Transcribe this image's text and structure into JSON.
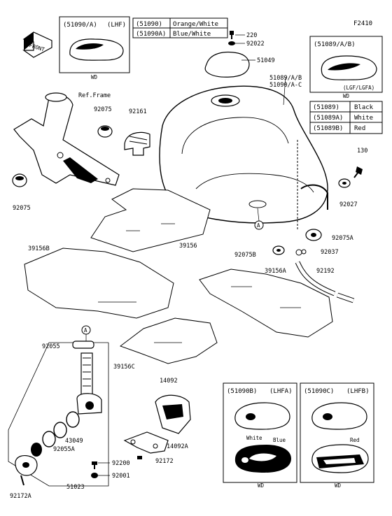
{
  "figure_code": "F2410",
  "front_label": "FRONT",
  "ref_frame": "Ref.Frame",
  "boxes": {
    "top_left": {
      "header": "(51090/A)",
      "side": "(LHF)",
      "wd": "WD"
    },
    "top_right": {
      "header": "(51089/A/B)",
      "wd": "WD",
      "sub": "(LGF/LGFA)"
    },
    "bottom_mid": {
      "header": "(51090B)",
      "side": "(LHFA)",
      "white": "White",
      "blue": "Blue",
      "wd": "WD"
    },
    "bottom_right": {
      "header": "(51090C)",
      "side": "(LHFB)",
      "red": "Red",
      "wd": "WD"
    }
  },
  "color_table_top": [
    {
      "code": "(51090)",
      "color": "Orange/White"
    },
    {
      "code": "(51090A)",
      "color": "Blue/White"
    }
  ],
  "color_table_right": [
    {
      "code": "(51089)",
      "color": "Black"
    },
    {
      "code": "(51089A)",
      "color": "White"
    },
    {
      "code": "(51089B)",
      "color": "Red"
    }
  ],
  "part_labels": {
    "p220": "220",
    "p92022": "92022",
    "p51049": "51049",
    "p51089": "51089/A/B",
    "p51090": "51090/A-C",
    "p130": "130",
    "p92027": "92027",
    "p92075a_right": "92075A",
    "p92037": "92037",
    "p92075b": "92075B",
    "p92192": "92192",
    "p92075_top": "92075",
    "p92161": "92161",
    "p92075_left": "92075",
    "p39156": "39156",
    "p39156b": "39156B",
    "p39156a": "39156A",
    "p39156c": "39156C",
    "p92055": "92055",
    "p43049": "43049",
    "p92055a": "92055A",
    "p92200": "92200",
    "p92001": "92001",
    "p51023": "51023",
    "p92172a": "92172A",
    "p14092": "14092",
    "p14092a": "14092A",
    "p92172": "92172"
  },
  "callout_a": "A"
}
